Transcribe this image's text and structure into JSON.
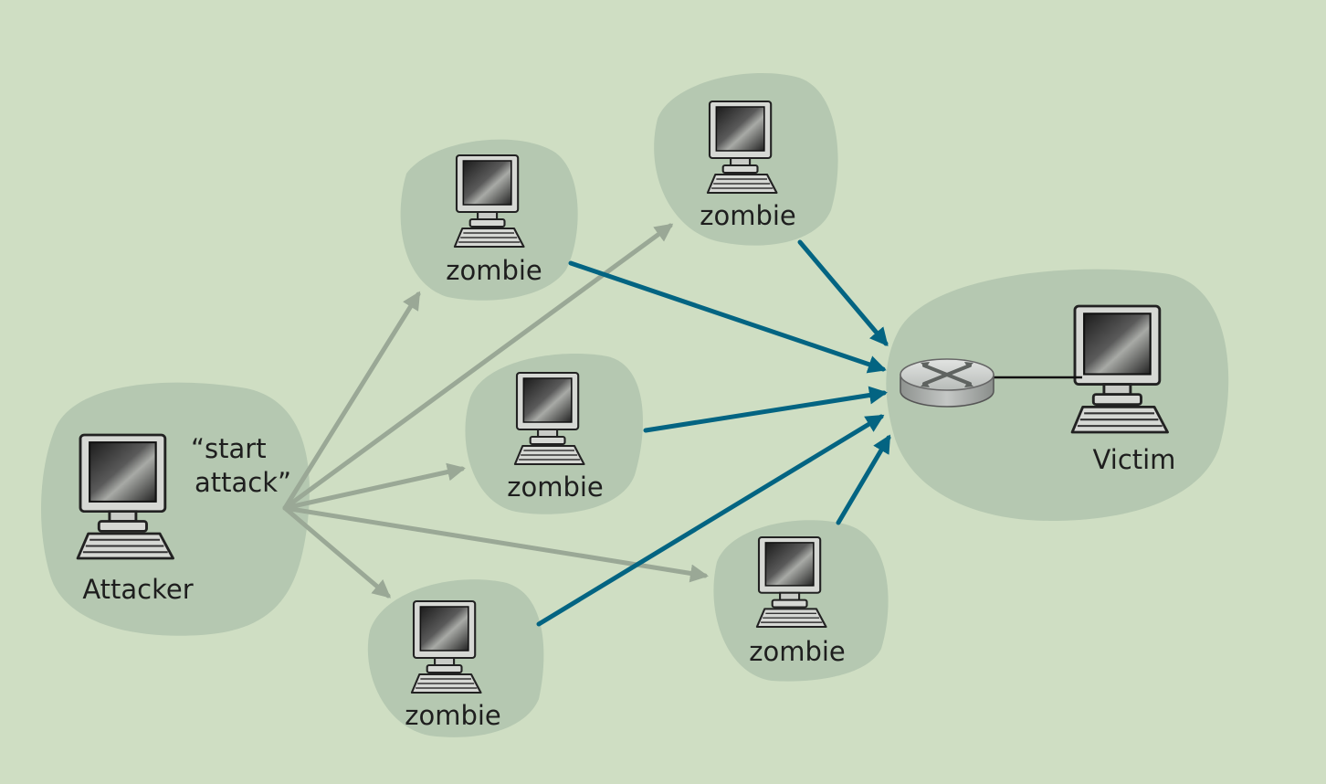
{
  "colors": {
    "background": "#cfdec3",
    "blob": "#b5c8b1",
    "command_arrow": "#9aa896",
    "attack_arrow": "#036482"
  },
  "labels": {
    "attacker": "Attacker",
    "command_line1": "“start",
    "command_line2": "attack”",
    "victim": "Victim",
    "zombie_1": "zombie",
    "zombie_2": "zombie",
    "zombie_3": "zombie",
    "zombie_4": "zombie",
    "zombie_5": "zombie"
  },
  "icons": {
    "computer": "computer-icon",
    "router": "router-icon"
  }
}
